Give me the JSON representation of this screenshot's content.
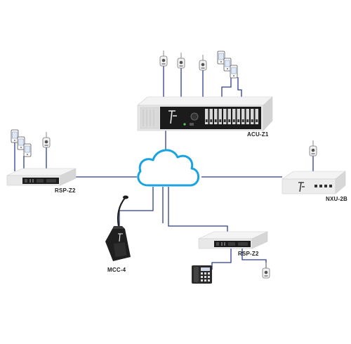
{
  "devices": {
    "acu": {
      "label": "ACU-Z1"
    },
    "rsp_left": {
      "label": "RSP-Z2"
    },
    "nxu": {
      "label": "NXU-2B"
    },
    "mcc": {
      "label": "MCC-4"
    },
    "rsp_bottom": {
      "label": "RSP-Z2"
    }
  },
  "colors": {
    "link": "#2b3f8f",
    "cloud_stroke": "#1aa3e0",
    "cloud_fill": "#ffffff",
    "device_body": "#e9e9e9",
    "device_front": "#1c1c1c"
  }
}
